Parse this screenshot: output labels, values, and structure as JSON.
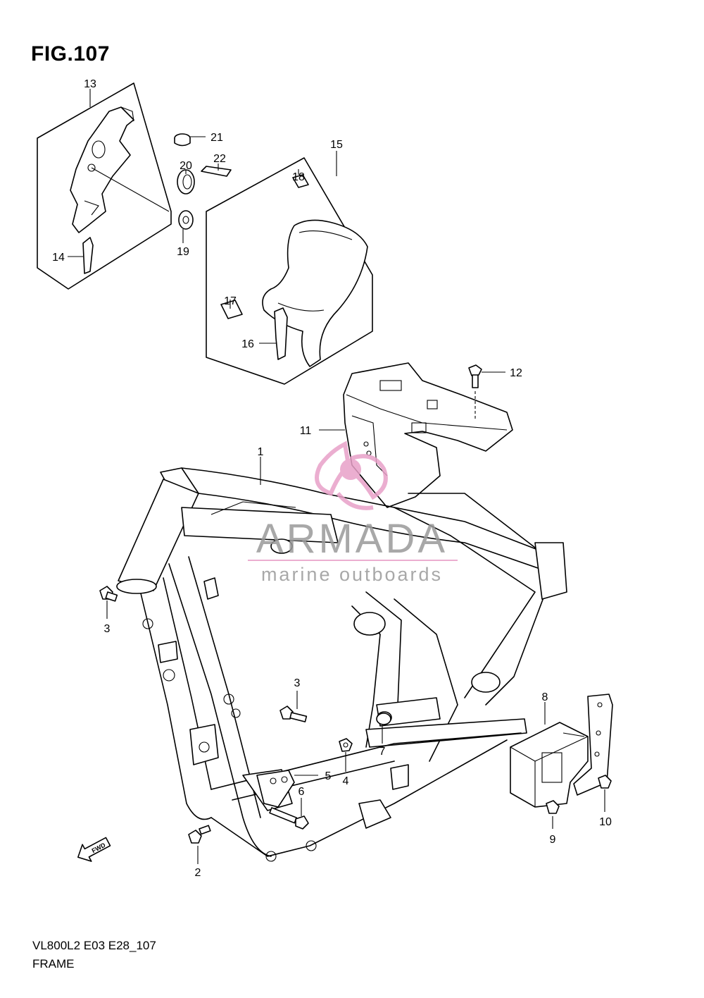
{
  "figure": {
    "title": "FIG.107",
    "model_code": "VL800L2 E03 E28_107",
    "name": "FRAME"
  },
  "watermark": {
    "brand": "ARMADA",
    "tagline": "marine outboards",
    "logo_color": "#e8a0c8",
    "text_color": "#9a9a9a"
  },
  "fwd_arrow": {
    "label": "FWD"
  },
  "callouts": {
    "c1": "1",
    "c2": "2",
    "c3a": "3",
    "c3b": "3",
    "c4": "4",
    "c5": "5",
    "c6": "6",
    "c7": "7",
    "c8": "8",
    "c9": "9",
    "c10": "10",
    "c11": "11",
    "c12": "12",
    "c13": "13",
    "c14": "14",
    "c15": "15",
    "c16": "16",
    "c17": "17",
    "c18": "18",
    "c19": "19",
    "c20": "20",
    "c21": "21",
    "c22": "22"
  }
}
